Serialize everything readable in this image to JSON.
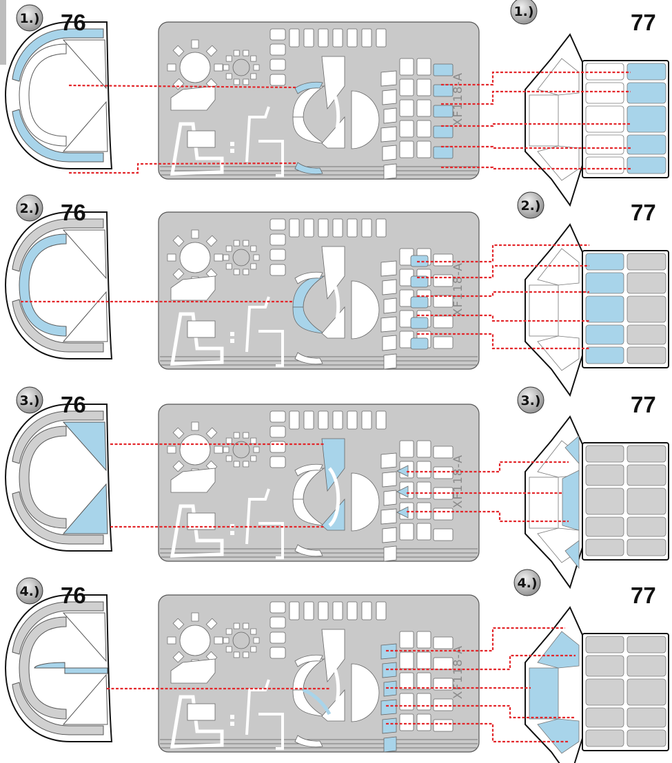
{
  "colors": {
    "mask_fill": "#a8d4ea",
    "fret": "#c9c9c9",
    "leader": "#e3262a",
    "applied_frame": "#d0d0d0",
    "outline": "#111111"
  },
  "mask_sheet": {
    "code": "XF118-A"
  },
  "steps": [
    {
      "label": "1.)",
      "part_left": "76",
      "part_right": "77"
    },
    {
      "label": "2.)",
      "part_left": "76",
      "part_right": "77"
    },
    {
      "label": "3.)",
      "part_left": "76",
      "part_right": "77"
    },
    {
      "label": "4.)",
      "part_left": "76",
      "part_right": "77"
    }
  ]
}
